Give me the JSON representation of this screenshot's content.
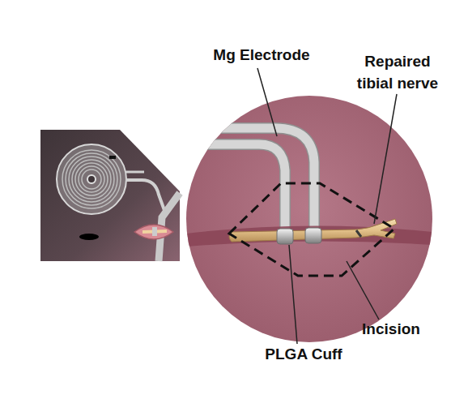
{
  "diagram": {
    "labels": [
      "Mg Electrode",
      "Repaired tibial nerve",
      "Incision",
      "PLGA Cuff"
    ]
  }
}
